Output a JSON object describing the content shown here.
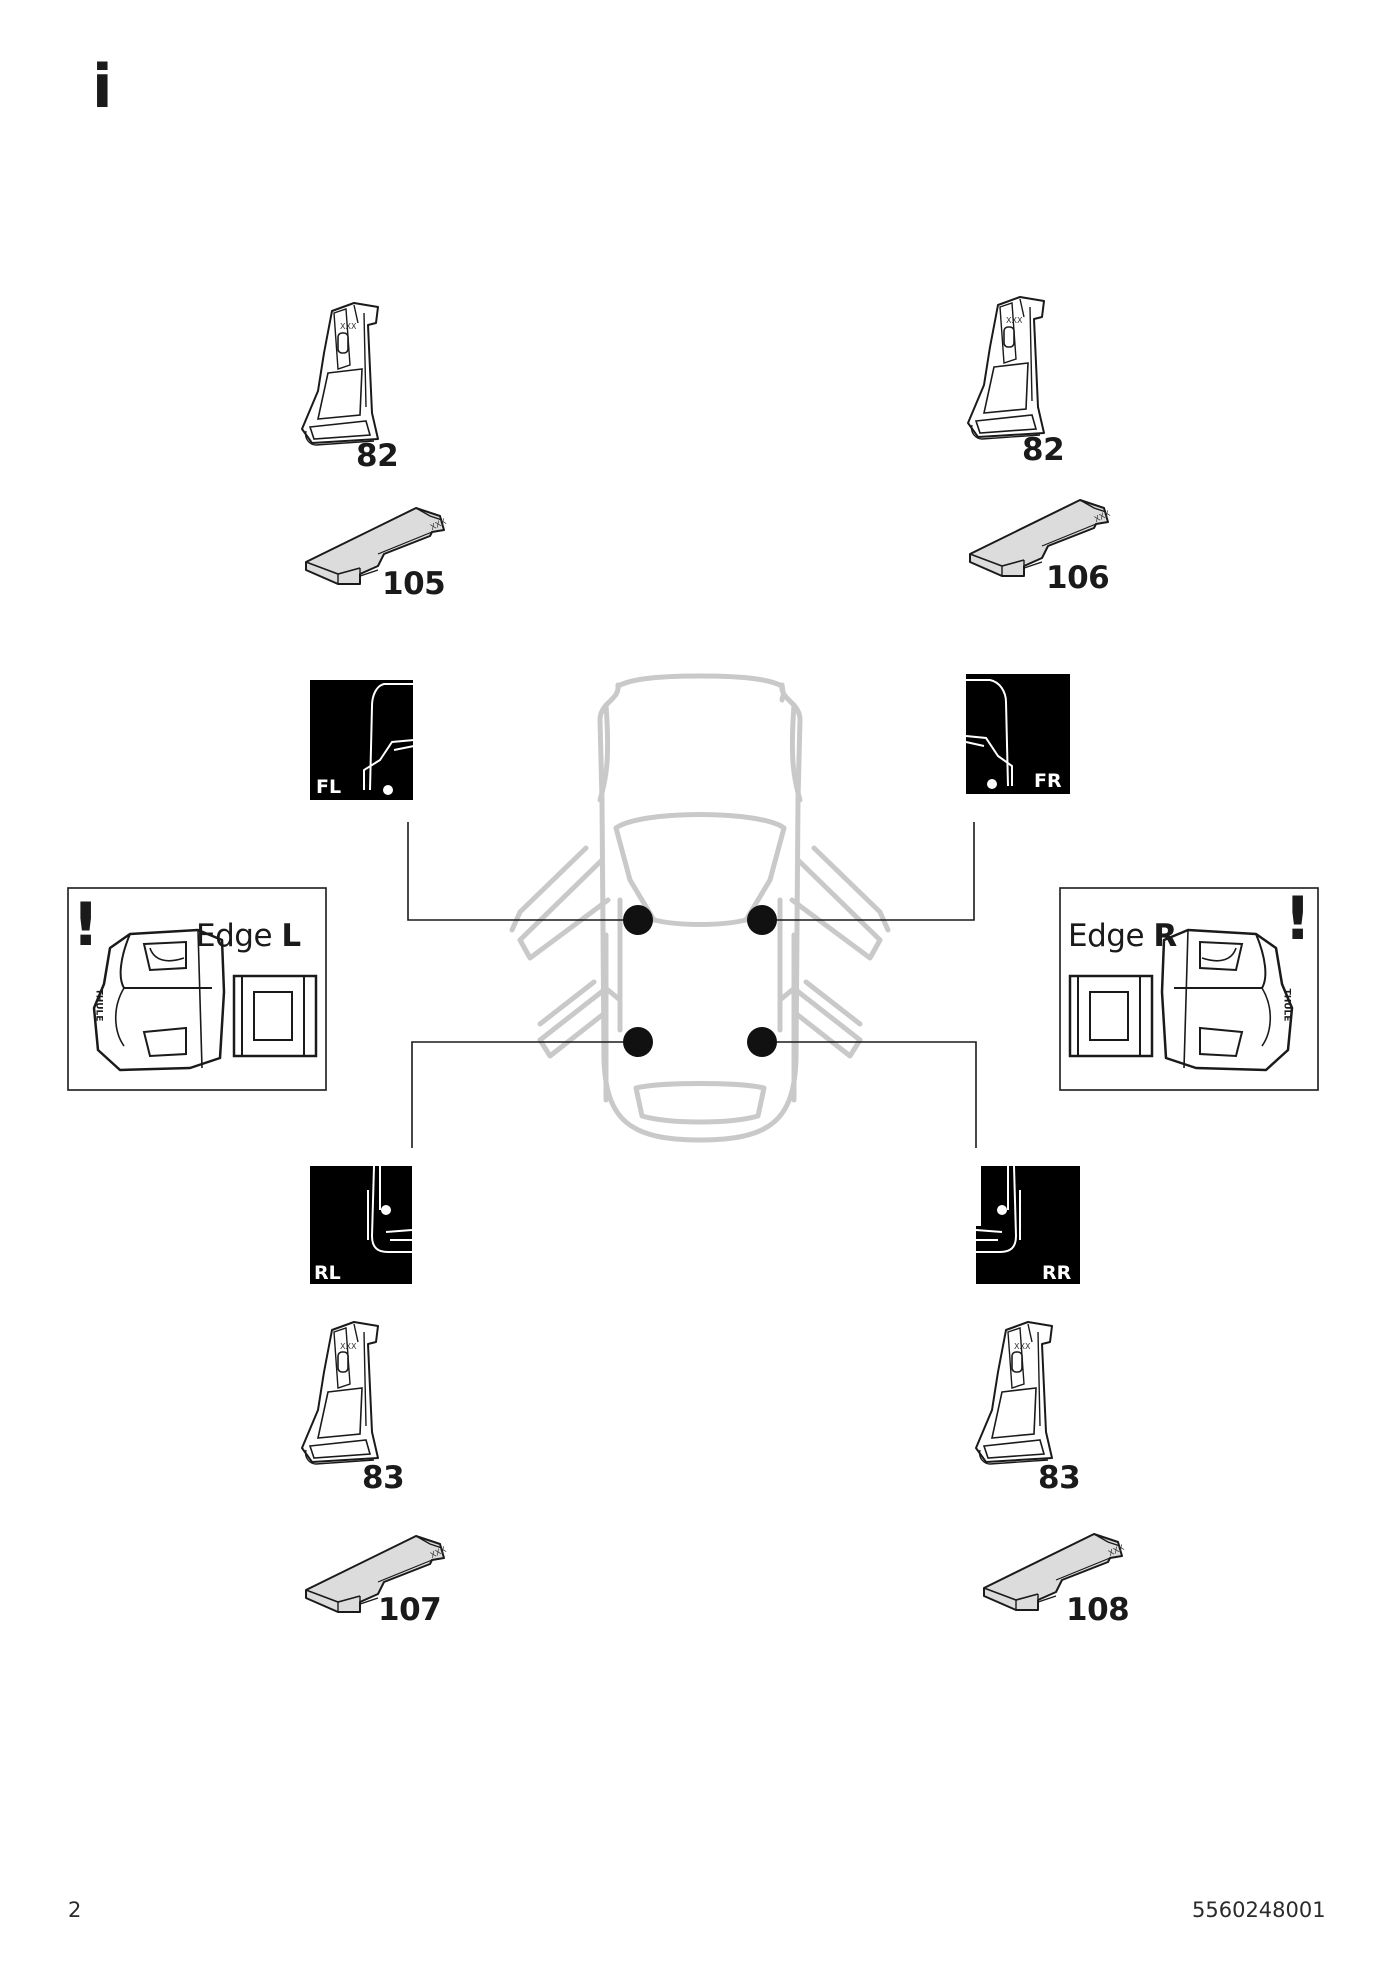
{
  "header": {
    "info_icon": "i"
  },
  "parts": {
    "foot_fl": "82",
    "foot_fr": "82",
    "foot_rl": "83",
    "foot_rr": "83",
    "pad_fl": "105",
    "pad_fr": "106",
    "pad_rl": "107",
    "pad_rr": "108",
    "marking": "XXX"
  },
  "positions": {
    "fl": "FL",
    "fr": "FR",
    "rl": "RL",
    "rr": "RR"
  },
  "edge_boxes": {
    "left_word": "Edge",
    "left_side": "L",
    "right_word": "Edge",
    "right_side": "R",
    "warning": "!",
    "brand": "THULE"
  },
  "footer": {
    "page_number": "2",
    "doc_number": "5560248001"
  },
  "colors": {
    "ink": "#1a1a1a",
    "car_outline": "#c9c9c9",
    "pad_fill": "#dcdcdc",
    "panel_black": "#000000"
  }
}
